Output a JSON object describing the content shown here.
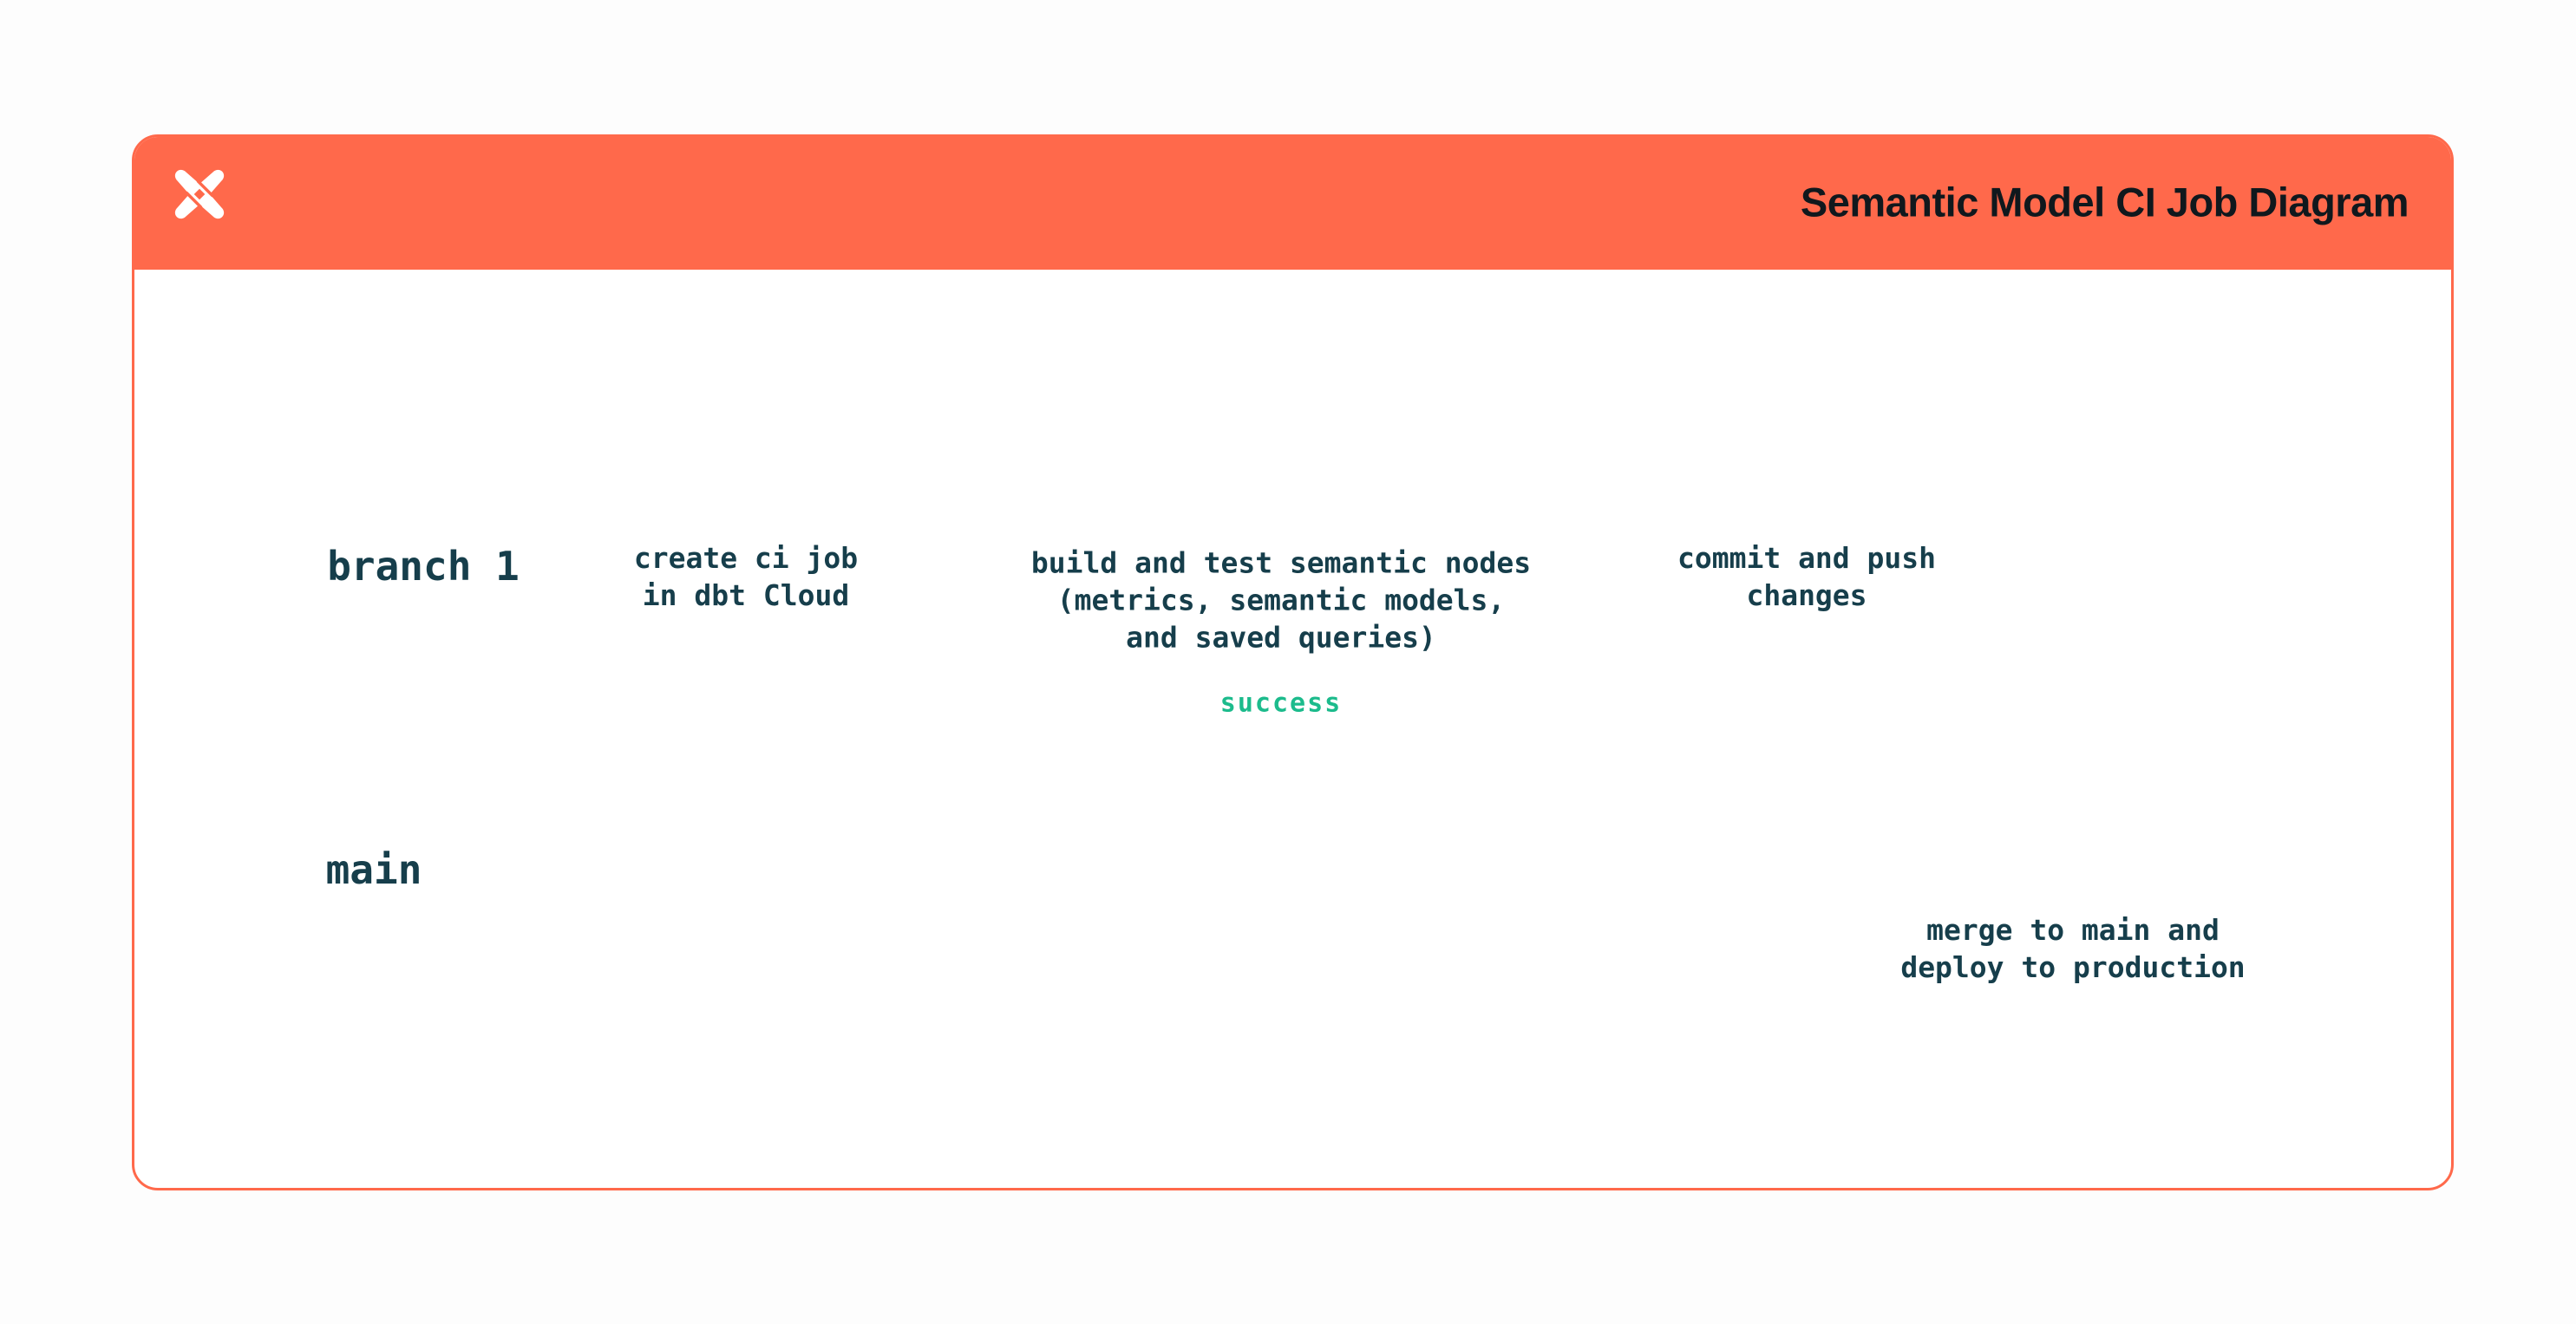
{
  "header": {
    "title": "Semantic Model CI Job Diagram",
    "logo_icon": "dbt-logo",
    "background": "#FF694B"
  },
  "diagram": {
    "branch1_label": "branch 1",
    "main_label": "main",
    "steps": {
      "create_ci": "create ci job\nin dbt Cloud",
      "build_test": "build and test semantic nodes\n(metrics, semantic models,\nand saved queries)",
      "commit_push": "commit and push\nchanges",
      "merge_deploy": "merge to main and\ndeploy to production",
      "loop_label": "success"
    },
    "colors": {
      "orange": "#FF694B",
      "green": "#0FB78B",
      "yellow": "#FFC527",
      "purple": "#7A48F8",
      "success_text": "#1CBB8C",
      "label_text": "#163E4B",
      "arrow_black": "#1B1B1B"
    }
  }
}
